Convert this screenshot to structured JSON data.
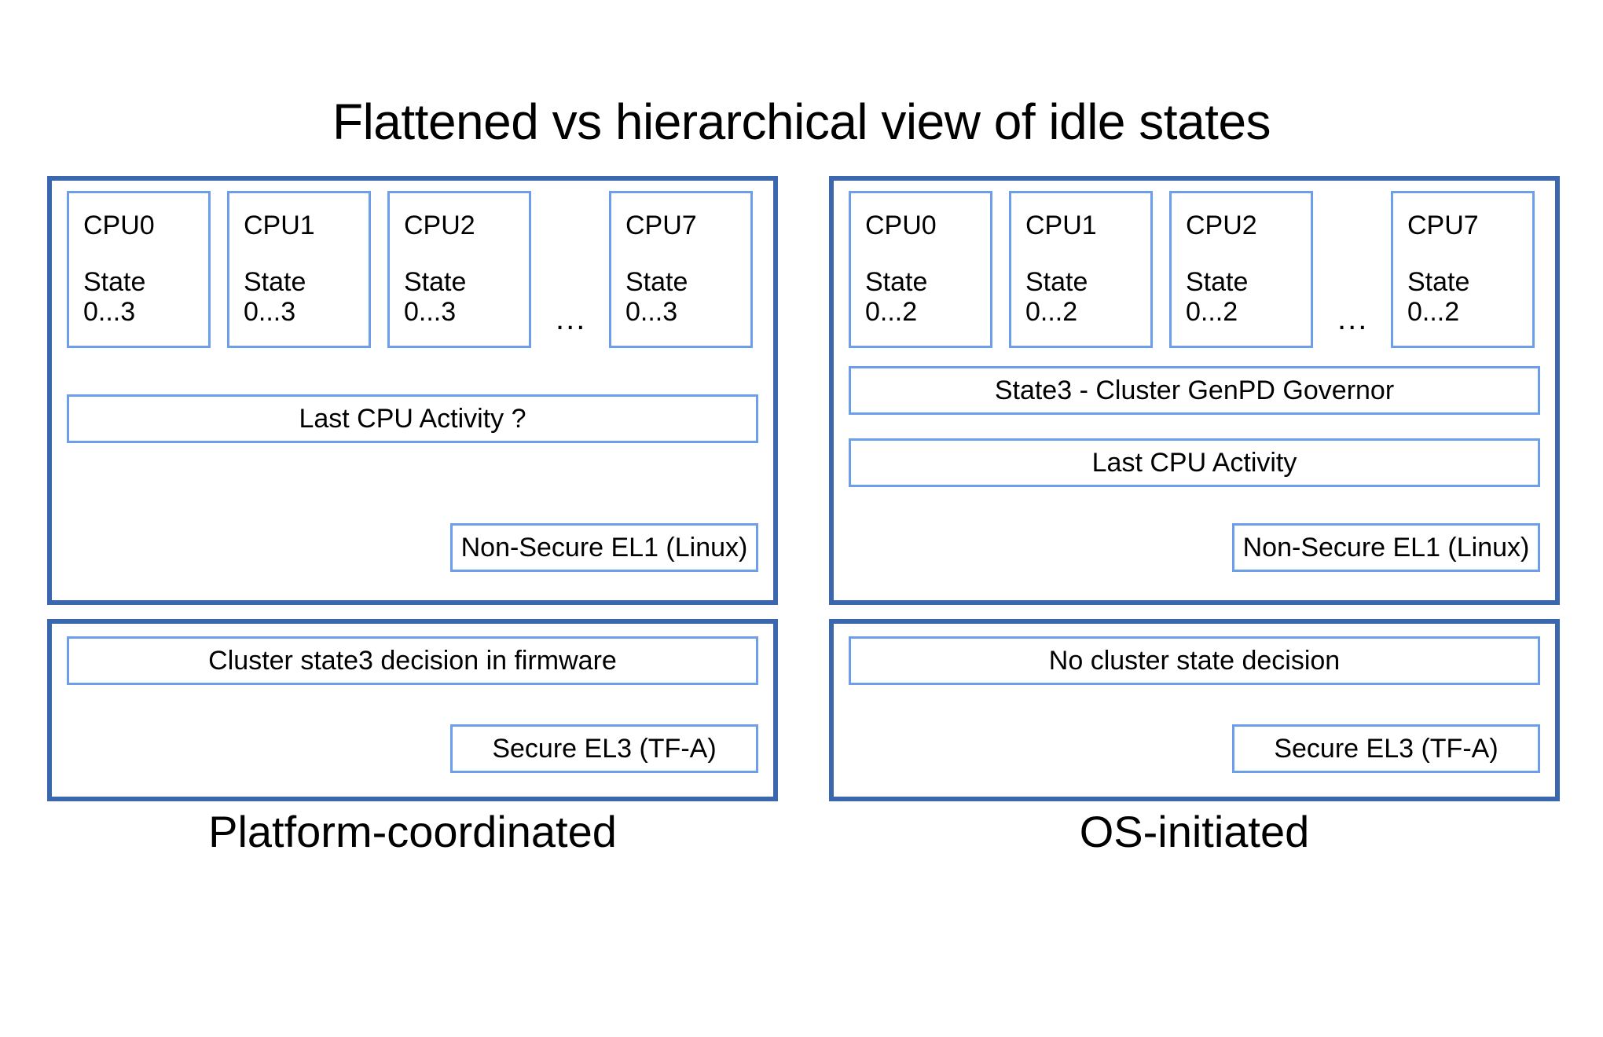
{
  "title": "Flattened vs hierarchical view of idle states",
  "colors": {
    "outer_border": "#3a67ae",
    "inner_border": "#6d9eeb",
    "background": "#ffffff",
    "text": "#000000"
  },
  "columns": [
    {
      "id": "platform-coordinated",
      "caption": "Platform-coordinated",
      "os_panel": {
        "cpus": [
          {
            "label": "CPU0",
            "state": "State\n0...3"
          },
          {
            "label": "CPU1",
            "state": "State\n0...3"
          },
          {
            "label": "CPU2",
            "state": "State\n0...3"
          },
          {
            "label": "CPU7",
            "state": "State\n0...3"
          }
        ],
        "ellipsis": "...",
        "bars": [
          {
            "name": "last-cpu-activity",
            "label": "Last CPU Activity ?"
          }
        ],
        "el_badge": "Non-Secure EL1 (Linux)"
      },
      "fw_panel": {
        "bar": "Cluster state3 decision in firmware",
        "el_badge": "Secure EL3 (TF-A)"
      }
    },
    {
      "id": "os-initiated",
      "caption": "OS-initiated",
      "os_panel": {
        "cpus": [
          {
            "label": "CPU0",
            "state": "State\n0...2"
          },
          {
            "label": "CPU1",
            "state": "State\n0...2"
          },
          {
            "label": "CPU2",
            "state": "State\n0...2"
          },
          {
            "label": "CPU7",
            "state": "State\n0...2"
          }
        ],
        "ellipsis": "...",
        "bars": [
          {
            "name": "cluster-genpd-governor",
            "label": "State3 - Cluster GenPD Governor"
          },
          {
            "name": "last-cpu-activity",
            "label": "Last CPU Activity"
          }
        ],
        "el_badge": "Non-Secure EL1 (Linux)"
      },
      "fw_panel": {
        "bar": "No cluster state decision",
        "el_badge": "Secure EL3 (TF-A)"
      }
    }
  ]
}
